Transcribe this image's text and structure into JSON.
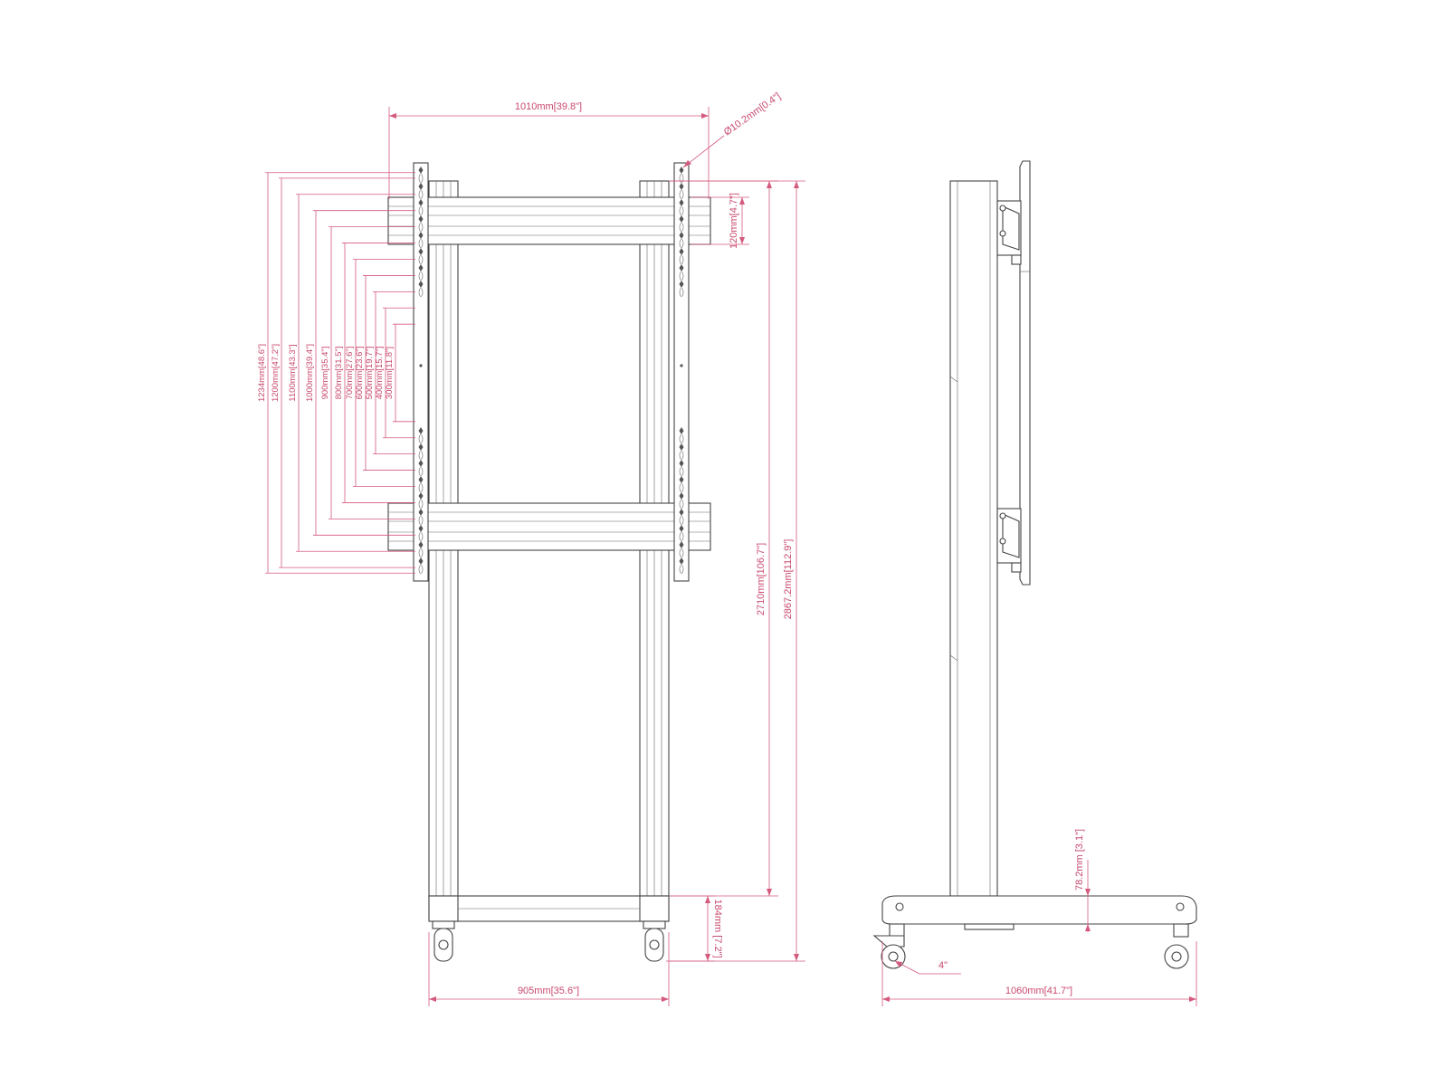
{
  "colors": {
    "dimension": "#c8496e",
    "outline": "#444444"
  },
  "front_view": {
    "top_width": "1010mm[39.8\"]",
    "hole_diameter": "Ø10.2mm[0.4\"]",
    "rail_height": "120mm[4.7\"]",
    "vesa_heights": [
      "1234mm[48.6\"]",
      "1200mm[47.2\"]",
      "1100mm[43.3\"]",
      "1000mm[39.4\"]",
      "900mm[35.4\"]",
      "800mm[31.5\"]",
      "700mm[27.6\"]",
      "600mm[23.6\"]",
      "500mm[19.7\"]",
      "400mm[15.7\"]",
      "300mm[11.8\"]"
    ],
    "height_2710": "2710mm[106.7\"]",
    "height_2867": "2867.2mm[112.9\"]",
    "base_height": "184mm [7.2\"]",
    "base_width": "905mm[35.6\"]"
  },
  "side_view": {
    "clearance": "78.2mm [3.1\"]",
    "caster": "4\"",
    "base_depth": "1060mm[41.7\"]"
  }
}
